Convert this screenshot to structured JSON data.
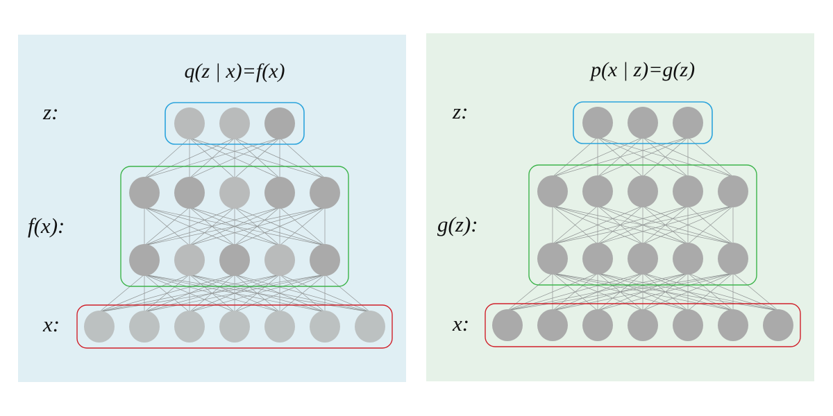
{
  "panels": [
    {
      "id": "encoder",
      "title": "q(z | x)=f(x)",
      "background": "#e0eff4",
      "labels": {
        "z": "z:",
        "hidden": "f(x):",
        "x": "x:"
      },
      "layers": [
        {
          "name": "z",
          "box_color": "#2aa3dc",
          "nodes": [
            "#b9bbbb",
            "#b9bbbb",
            "#aaaaaa"
          ]
        },
        {
          "name": "hidden1",
          "nodes": [
            "#aaaaaa",
            "#aaaaaa",
            "#b9bbbb",
            "#aaaaaa",
            "#aaaaaa"
          ]
        },
        {
          "name": "hidden2",
          "nodes": [
            "#aaaaaa",
            "#b9bbbb",
            "#aaaaaa",
            "#b9bbbb",
            "#aaaaaa"
          ]
        },
        {
          "name": "x",
          "box_color": "#d0202a",
          "nodes": [
            "#bcc1c1",
            "#bcc1c1",
            "#bcc1c1",
            "#bcc1c1",
            "#bcc1c1",
            "#bcc1c1",
            "#bcc1c1"
          ]
        }
      ],
      "hidden_box_color": "#3cb44a"
    },
    {
      "id": "decoder",
      "title": "p(x | z)=g(z)",
      "background": "#e6f2e8",
      "labels": {
        "z": "z:",
        "hidden": "g(z):",
        "x": "x:"
      },
      "layers": [
        {
          "name": "z",
          "box_color": "#2aa3dc",
          "nodes": [
            "#aaaaaa",
            "#aaaaaa",
            "#aaaaaa"
          ]
        },
        {
          "name": "hidden1",
          "nodes": [
            "#aaaaaa",
            "#aaaaaa",
            "#aaaaaa",
            "#aaaaaa",
            "#aaaaaa"
          ]
        },
        {
          "name": "hidden2",
          "nodes": [
            "#aaaaaa",
            "#aaaaaa",
            "#aaaaaa",
            "#aaaaaa",
            "#aaaaaa"
          ]
        },
        {
          "name": "x",
          "box_color": "#d0202a",
          "nodes": [
            "#aaaaaa",
            "#aaaaaa",
            "#aaaaaa",
            "#aaaaaa",
            "#aaaaaa",
            "#aaaaaa",
            "#aaaaaa"
          ]
        }
      ],
      "hidden_box_color": "#3cb44a"
    }
  ]
}
